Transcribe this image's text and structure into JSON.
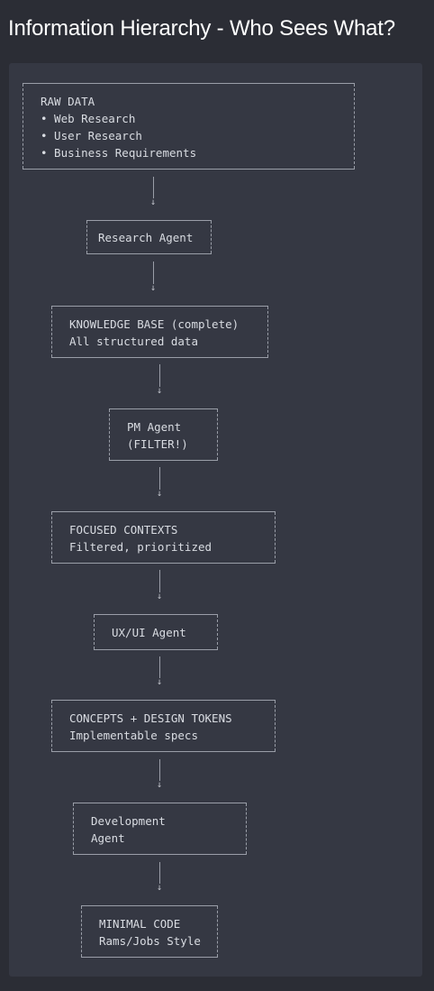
{
  "title": "Information Hierarchy - Who Sees What?",
  "nodes": [
    {
      "lines": [
        "RAW DATA",
        "• Web Research",
        "• User Research",
        "• Business Requirements"
      ]
    },
    {
      "lines": [
        "Research Agent"
      ]
    },
    {
      "lines": [
        "KNOWLEDGE BASE (complete)",
        "All structured data"
      ]
    },
    {
      "lines": [
        "PM Agent",
        "(FILTER!)"
      ]
    },
    {
      "lines": [
        "FOCUSED CONTEXTS",
        "Filtered, prioritized"
      ]
    },
    {
      "lines": [
        "UX/UI Agent"
      ]
    },
    {
      "lines": [
        "CONCEPTS + DESIGN TOKENS",
        "Implementable specs"
      ]
    },
    {
      "lines": [
        "Development",
        "Agent"
      ]
    },
    {
      "lines": [
        "MINIMAL CODE",
        "Rams/Jobs Style"
      ]
    }
  ],
  "arrow_glyph": "↓",
  "colors": {
    "background": "#2b2d35",
    "panel": "#353843",
    "text": "#d9dce2",
    "border": "#9a9ea8"
  }
}
